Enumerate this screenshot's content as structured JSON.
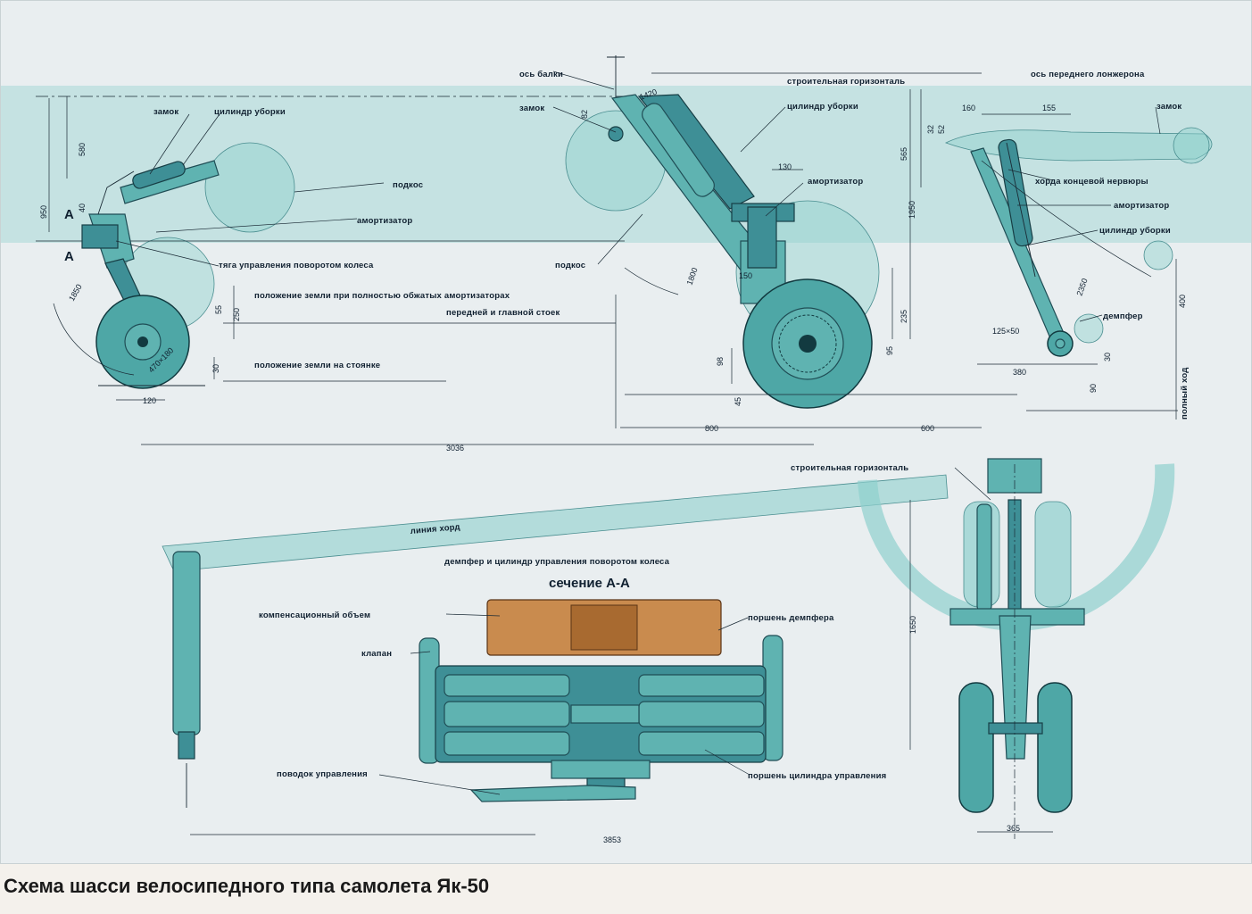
{
  "caption": "Схема шасси велосипедного типа самолета Як-50",
  "section_title": "сечение А-А",
  "section_marks": {
    "a1": "А",
    "a2": "А"
  },
  "labels": {
    "zamok_left": "замок",
    "cyl_left": "цилиндр уборки",
    "podkos_left": "подкос",
    "amort_left": "амортизатор",
    "tyaga": "тяга управления поворотом колеса",
    "ground_comp": "положение земли при полностью обжатых амортизаторах",
    "ground_comp2": "передней и главной стоек",
    "ground_park": "положение земли на стоянке",
    "os_balki": "ось балки",
    "zamok_mid": "замок",
    "str_horiz": "строительная горизонталь",
    "cyl_mid": "цилиндр уборки",
    "amort_mid": "амортизатор",
    "podkos_mid": "подкос",
    "os_lonzh": "ось переднего лонжерона",
    "zamok_right": "замок",
    "horda": "хорда концевой нервюры",
    "amort_right": "амортизатор",
    "cyl_right": "цилиндр уборки",
    "dempfer_right": "демпфер",
    "full_stroke": "полный ход",
    "str_horiz2": "строительная горизонталь",
    "chord_line": "линия хорд",
    "dempfer_cyl": "демпфер и цилиндр управления поворотом колеса",
    "komp_obem": "компенсационный объем",
    "klapan": "клапан",
    "porshen_demp": "поршень демпфера",
    "povodok": "поводок управления",
    "porshen_cyl": "поршень цилиндра управления"
  },
  "dimensions": {
    "d580": "580",
    "d950": "950",
    "d40": "40",
    "d250": "250",
    "d55": "55",
    "d120": "120",
    "d30": "30",
    "d_tyre_left": "470×180",
    "d3036": "3036",
    "d_rot_left": "1850",
    "d82": "82",
    "d1420": "1420",
    "d130": "130",
    "d1800": "1800",
    "d150": "150",
    "d235": "235",
    "d98": "98",
    "d95": "95",
    "d45": "45",
    "d800": "800",
    "d600": "600",
    "d565": "565",
    "d32": "32",
    "d52": "52",
    "d160": "160",
    "d155": "155",
    "d1950": "1950",
    "d_rot_right": "2350",
    "d400": "400",
    "d125": "125×50",
    "d380": "380",
    "d30b": "30",
    "d90": "90",
    "d1650": "1650",
    "d3853": "3853",
    "d365": "365"
  },
  "colors": {
    "part": "#5fb3b1",
    "copper": "#c98b4e",
    "band": "#b8dede",
    "ink": "#102030"
  }
}
